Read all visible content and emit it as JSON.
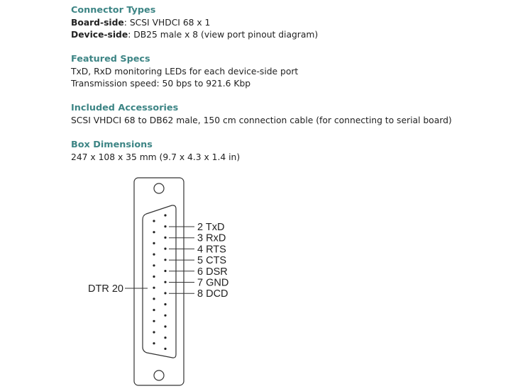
{
  "sections": [
    {
      "heading": "Connector Types",
      "lines": [
        {
          "label": "Board-side",
          "value": ": SCSI VHDCI 68 x 1"
        },
        {
          "label": "Device-side",
          "value": ": DB25 male x 8 (view port pinout diagram)"
        }
      ]
    },
    {
      "heading": "Featured Specs",
      "lines": [
        {
          "value": "TxD, RxD monitoring LEDs for each device-side port"
        },
        {
          "value": "Transmission speed: 50 bps to 921.6 Kbp"
        }
      ]
    },
    {
      "heading": "Included Accessories",
      "lines": [
        {
          "value": "SCSI VHDCI 68 to DB62 male, 150 cm connection cable (for connecting to serial board)"
        }
      ]
    },
    {
      "heading": "Box Dimensions",
      "lines": [
        {
          "value": "247 x 108 x 35 mm (9.7 x 4.3 x 1.4 in)"
        }
      ]
    }
  ],
  "diagram": {
    "right_pins": [
      "2 TxD",
      "3 RxD",
      "4 RTS",
      "5 CTS",
      "6 DSR",
      "7 GND",
      "8 DCD"
    ],
    "left_pin": "DTR 20"
  }
}
